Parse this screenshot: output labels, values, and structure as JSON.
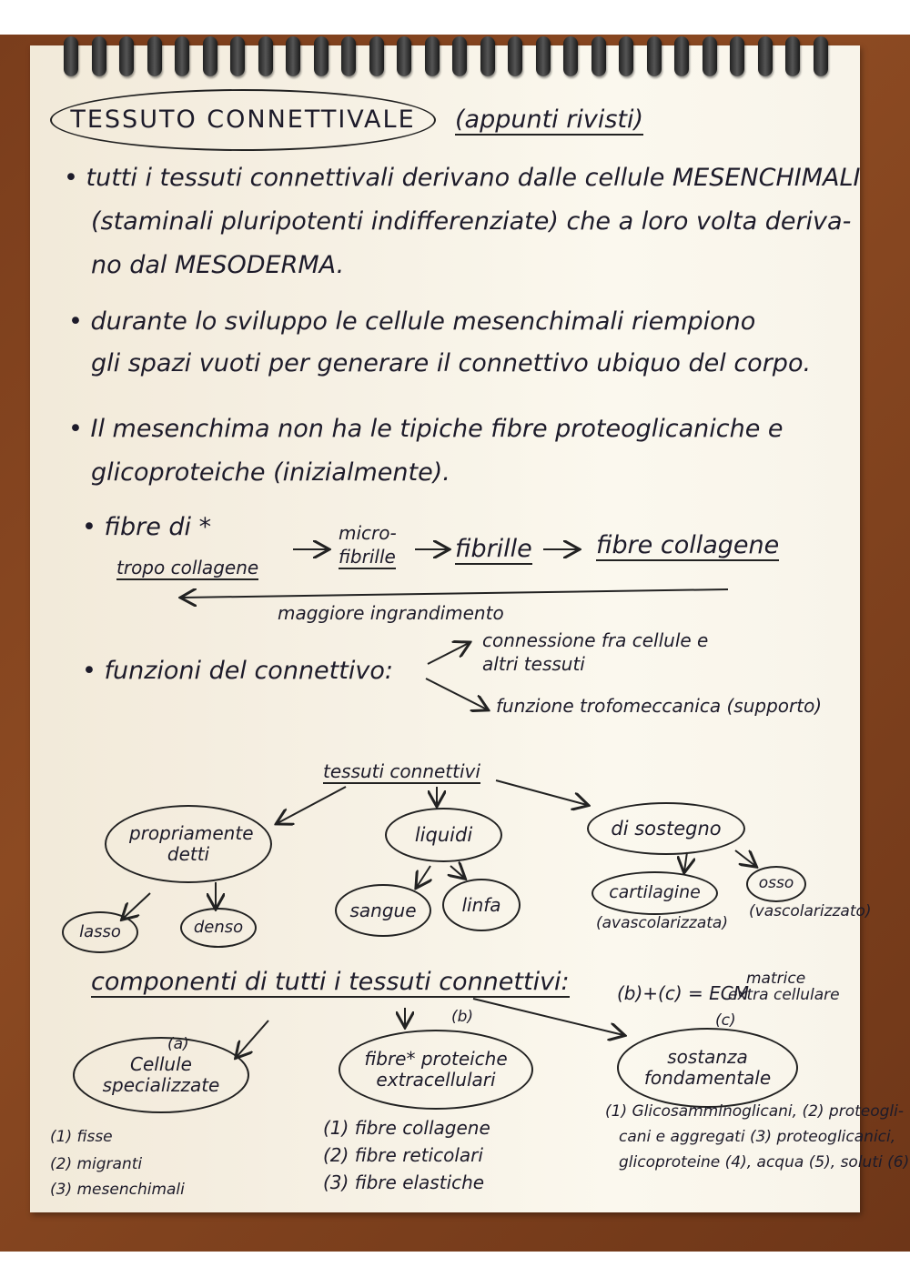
{
  "title": {
    "main": "TESSUTO CONNETTIVALE",
    "note": "(appunti rivisti)"
  },
  "bullets": [
    {
      "lines": [
        "• tutti i tessuti connettivali derivano dalle cellule MESENCHIMALI",
        "(staminali pluripotenti indifferenziate) che a loro volta deriva-",
        "no dal MESODERMA."
      ]
    },
    {
      "lines": [
        "• durante lo sviluppo le cellule mesenchimali riempiono",
        "gli spazi vuoti per generare il connettivo ubiquo del corpo."
      ]
    },
    {
      "lines": [
        "• Il mesenchima non ha le tipiche fibre proteoglicaniche e",
        "glicoproteiche (inizialmente)."
      ]
    }
  ],
  "fibres": {
    "bullet": "• fibre di *",
    "tropo": "tropo collagene",
    "micro": "micro-",
    "fibrille": "fibrille",
    "fibrille2": "fibrille",
    "collagene": "fibre collagene",
    "magnification": "maggiore ingrandimento"
  },
  "functions": {
    "label": "• funzioni del connettivo:",
    "f1a": "connessione fra cellule e",
    "f1b": "altri tessuti",
    "f2": "funzione trofomeccanica (supporto)"
  },
  "tree": {
    "root": "tessuti connettivi",
    "propriamente": "propriamente detti",
    "liquidi": "liquidi",
    "sostegno": "di sostegno",
    "lasso": "lasso",
    "denso": "denso",
    "sangue": "sangue",
    "linfa": "linfa",
    "cartilagine": "cartilagine",
    "osso": "osso",
    "avasc": "(avascolarizzata)",
    "vasc": "(vascolarizzato)"
  },
  "components": {
    "header": "componenti di tutti i tessuti connettivi:",
    "ecm": "(b)+(c) = ECM",
    "ecm_note1": "matrice",
    "ecm_note2": "extra cellulare",
    "a_mark": "(a)",
    "b_mark": "(b)",
    "c_mark": "(c)",
    "cellule": "Cellule specializzate",
    "fibre": "fibre* proteiche extracellulari",
    "sostanza": "sostanza fondamentale",
    "cell_list": [
      "(1) fisse",
      "(2) migranti",
      "(3) mesenchimali"
    ],
    "fibre_list": [
      "(1) fibre collagene",
      "(2) fibre reticolari",
      "(3) fibre elastiche"
    ],
    "sost_lines": [
      "(1) Glicosamminoglicani, (2) proteogli-",
      "cani e aggregati (3) proteoglicanici,",
      "glicoproteine (4), acqua (5), soluti (6)."
    ]
  }
}
